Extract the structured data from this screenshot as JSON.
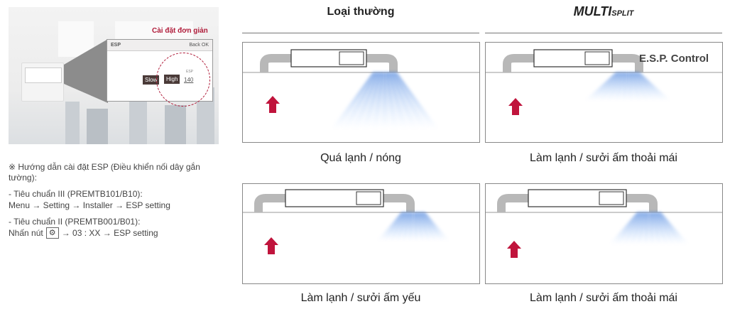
{
  "hero": {
    "title": "Cài đặt đơn giản",
    "screen_title": "ESP",
    "back_label": "Back",
    "ok_label": "OK",
    "option_slow": "Slow",
    "option_high": "High",
    "value": "140",
    "value_label": "ESP",
    "accent": "#b01c3a"
  },
  "notes": {
    "heading": "※ Hướng dẫn cài đặt ESP (Điều khiển nối dây gắn tường):",
    "std3_title": "-   Tiêu chuẩn III (PREMTB101/B10):",
    "std3_path": "Menu → Setting → Installer → ESP setting",
    "std2_title": "-   Tiêu chuẩn II (PREMTB001/B01):",
    "std2_prefix": "Nhấn nút",
    "std2_icon": "settings-gear-icon",
    "std2_path": "→ 03 : XX → ESP setting"
  },
  "columns": {
    "standard": "Loại thường",
    "multi_main": "MULTI",
    "multi_sub": "SPLIT"
  },
  "panels": {
    "esp_label": "E.S.P. Control",
    "captions": [
      "Quá lạnh / nóng",
      "Làm lạnh / sưởi ấm thoải mái",
      "Làm lạnh / sưởi ấm yếu",
      "Làm lạnh / sưởi ấm thoải mái"
    ]
  },
  "colors": {
    "arrow": "#c0143c",
    "airflow": "#2f6fd6",
    "duct": "#b8b8b8"
  }
}
